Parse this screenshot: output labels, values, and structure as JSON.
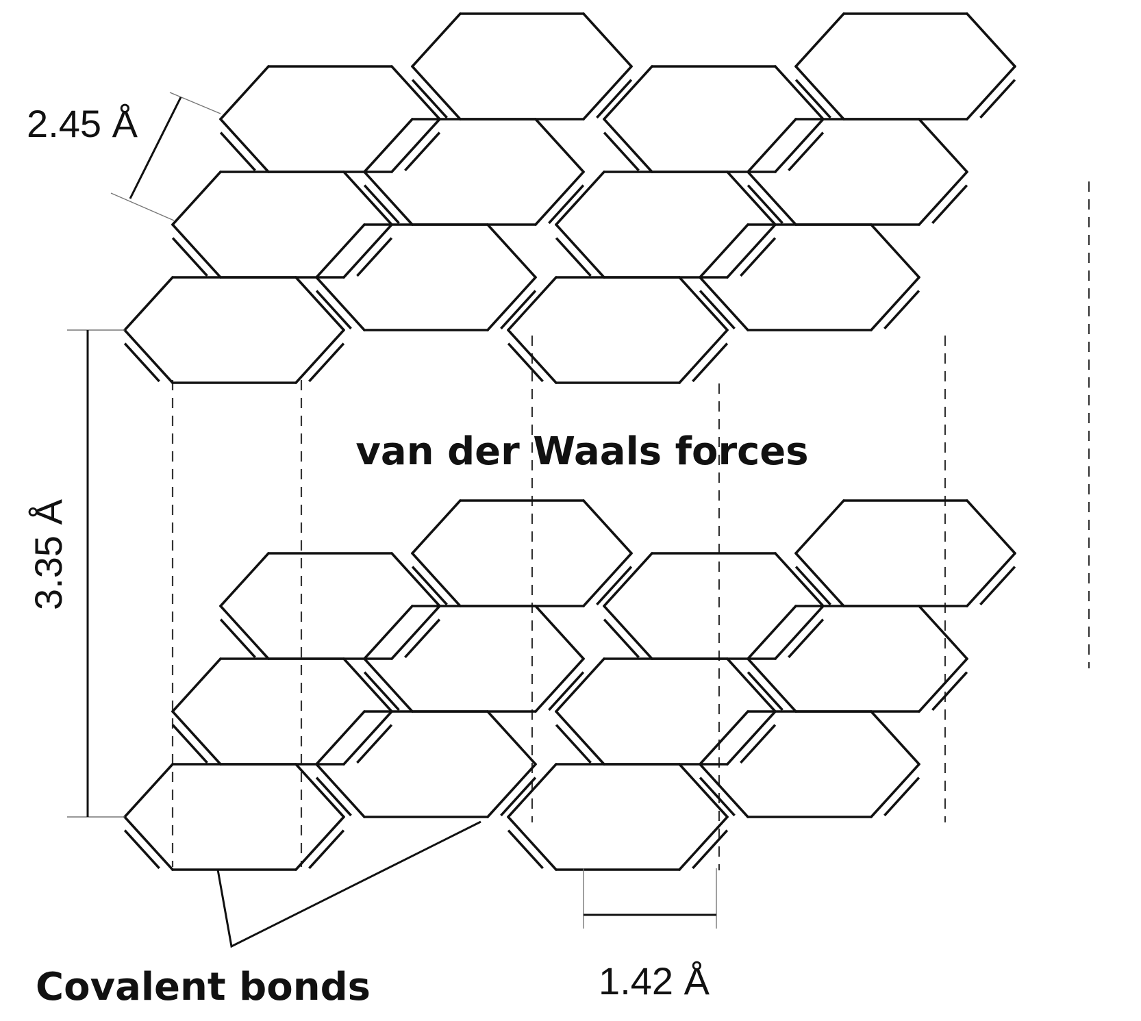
{
  "diagram": {
    "labels": {
      "lattice_constant": "2.45 Å",
      "interlayer_spacing": "3.35 Å",
      "bond_length": "1.42 Å",
      "interlayer_force": "van der Waals forces",
      "intralayer_bond": "Covalent bonds"
    },
    "colors": {
      "line": "#111111",
      "background": "#ffffff"
    }
  }
}
